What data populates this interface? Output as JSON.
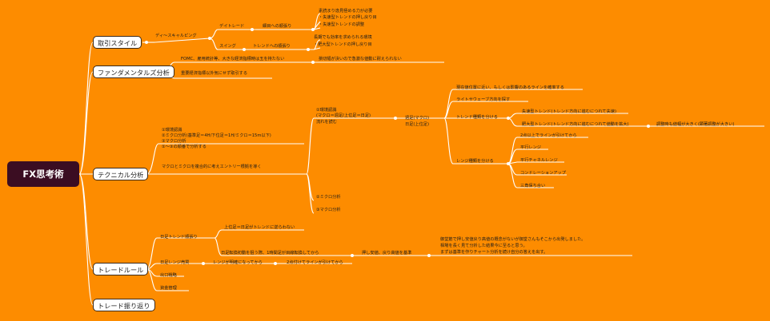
{
  "root": {
    "label": "FX思考術"
  },
  "branches": {
    "trade_style": {
      "label": "取引スタイル",
      "scalping": "ディ〜スキャルピング",
      "daytrade": {
        "label": "デイトレード",
        "trend": "細目への順張り",
        "notes": [
          "素読まり逸見極める力が必要",
          "・失速型トレンドの押し戻り目",
          "・失速型トレンドの調整"
        ]
      },
      "swing": {
        "label": "スイング",
        "trend": "トレンドへの順張り",
        "notes": [
          "長期でも効率を求められる環境",
          "・肥大型トレンドの押し戻り目"
        ]
      }
    },
    "fundamentals": {
      "label": "ファンダメンタルズ分析",
      "items": [
        "FOMC、雇用統計等、大きな経済指標時は玉を持たない",
        "重要経済指標以外気にせず取引する"
      ],
      "sub": "損切幅が決いので急激な値動に耐えられない"
    },
    "technical": {
      "label": "テクニカル分析",
      "steps": [
        "①環境認識",
        "②ミクロ分析(基準足＝4H/下位足＝1H/ミクロ＝15m以下)",
        "③マクロ分析",
        "①〜③の順番で分析する"
      ],
      "combine": "マクロとミクロを複合的に考えエントリー根拠を導く",
      "env": {
        "label": [
          "①環境認識",
          "(マクロ＝週足/上位足＝日足)",
          "流れを読む"
        ],
        "frames": [
          "週足(マクロ)",
          "日足(上位足)"
        ],
        "near_price": "現在値位置に近い、もしくは影響のあるラインを確率する",
        "lightweight": "ライトサウェーブ方向を探す",
        "trend_type": {
          "label": "トレンド種類を分ける",
          "items": [
            "失速型トレンド(トレンド方向に進むにつれて失速)",
            "肥大型トレンド(トレンド方向に進むにつれて値動を拡大)"
          ],
          "note": "調整時も値幅が大きく(顕著調整が大きい)"
        },
        "range_type": {
          "label": "レンジ種類を分ける",
          "items": [
            "2点以上でラインが引けてから",
            "平行レンジ",
            "平行チャネルレンジ",
            "コンドレーションアップ",
            "三角保ち合い"
          ]
        }
      },
      "micro": "②ミクロ分析",
      "macro": "③マクロ分析"
    },
    "trade_rule": {
      "label": "トレードルール",
      "trend_follow": {
        "label": "日足トレンド順張り",
        "items": [
          "上位足＝日足がトレンドに逆らわない",
          "日足転換初動を狙う際、1時間足が目線転換してから"
        ],
        "push": "押し安値、戻り高値を基準",
        "basis": "まずは基準を作りチャート分析を続け自分の答えを出す。",
        "notes": [
          "御堂筋で押し安値戻り高値の概念がないが御堂さんもそこから出発しました。",
          "相場を長く見て分析した結果今に至ると思う。"
        ]
      },
      "range": {
        "label": "日足レンジ売買",
        "a": "レンジが明確になってから",
        "b": "2点付けてラインが引けてから"
      },
      "exit": "出口戦略",
      "money": "資金管理"
    },
    "review": {
      "label": "トレード振り返り"
    }
  }
}
